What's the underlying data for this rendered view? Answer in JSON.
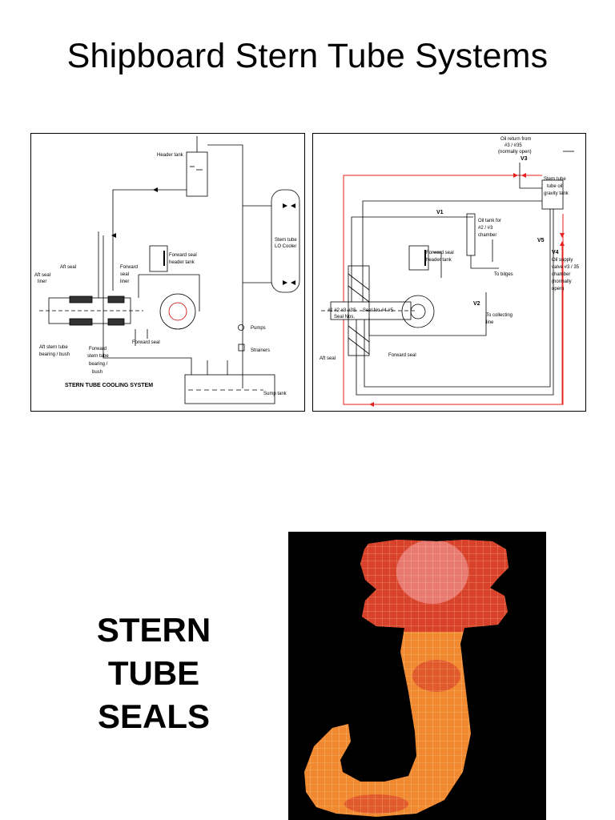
{
  "slide": {
    "title": "Shipboard Stern Tube Systems"
  },
  "cooling_diagram": {
    "title": "STERN TUBE COOLING SYSTEM",
    "labels": {
      "header_tank": "Header  tank",
      "lo_cooler_1": "Stern tube",
      "lo_cooler_2": "LO Cooler",
      "pumps": "Pumps",
      "strainers": "Strainers",
      "sump_tank": "Sump tank",
      "aft_seal": "Aft seal",
      "aft_seal_liner_1": "Aft seal",
      "aft_seal_liner_2": "liner",
      "fwd_seal_liner_1": "Forward",
      "fwd_seal_liner_2": "seal",
      "fwd_seal_liner_3": "liner",
      "fwd_seal_header_1": "Forward seal",
      "fwd_seal_header_2": "header tank",
      "forward_seal": "Forward seal",
      "aft_bearing_1": "Aft stern tube",
      "aft_bearing_2": "bearing / bush",
      "fwd_bearing_1": "Forward",
      "fwd_bearing_2": "stern tube",
      "fwd_bearing_3": "bearing /",
      "fwd_bearing_4": "bush"
    }
  },
  "lube_diagram": {
    "labels": {
      "oil_return_1": "Oil return from",
      "oil_return_2": "#3 / #35",
      "oil_return_3": "(normally open)",
      "v3": "V3",
      "gravity_1": "Stern tube",
      "gravity_2": "tube oil",
      "gravity_3": "gravity tank",
      "v1": "V1",
      "oil_tank_1": "Oil tank for",
      "oil_tank_2": "#2 / #3",
      "oil_tank_3": "chamber",
      "v5": "V5",
      "v4": "V4",
      "supply_1": "Oil supply",
      "supply_2": "valve #3 / 35",
      "supply_3": "chamber",
      "supply_4": "(normally",
      "supply_5": "open)",
      "fwd_header_1": "Forward seal",
      "fwd_header_2": "header tank",
      "to_bilges": "To bilges",
      "v2": "V2",
      "collecting_1": "To collecting",
      "collecting_2": "line",
      "seal_numbers": "#1  #2  #3  #3S",
      "seal_no": "Seal No #4  #5",
      "seal_nos": "Seal Nos.",
      "aft_seal": "Aft seal",
      "forward_seal": "Forward seal"
    }
  },
  "section": {
    "line1": "STERN",
    "line2": "TUBE",
    "line3": "SEALS"
  },
  "colors": {
    "oil_line": "#e8211c",
    "fea_red": "#d9422a",
    "fea_orange": "#f0892f"
  }
}
